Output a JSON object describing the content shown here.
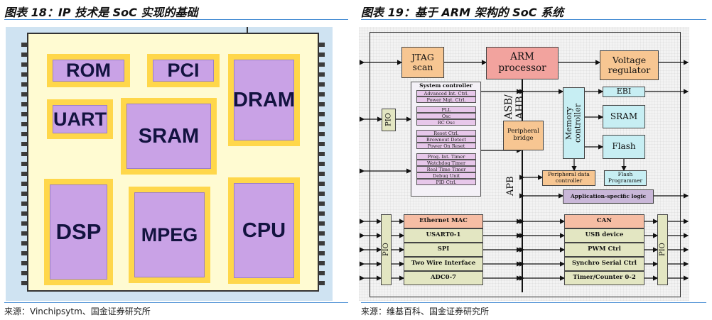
{
  "left_figure": {
    "title": "图表 18：IP 技术是 SoC 实现的基础",
    "source": "来源：Vinchipsytm、国金证券研究所",
    "blocks": [
      "ROM",
      "PCI",
      "DRAM",
      "UART",
      "SRAM",
      "DSP",
      "MPEG",
      "CPU"
    ]
  },
  "right_figure": {
    "title": "图表 19：基于 ARM 架构的 SoC 系统",
    "source": "来源：维基百科、国金证券研究所",
    "jtag": "JTAG scan",
    "arm": "ARM processor",
    "voltage": "Voltage regulator",
    "asb": "ASB/ AHB",
    "apb": "APB",
    "pio_left": "PIO",
    "pio_bottom_left": "PIO",
    "pio_bottom_right": "PIO",
    "system_controller": {
      "title": "System controller",
      "items": [
        "Advanced Int. Ctrl.",
        "Power Mgt. Ctrl.",
        "PLL",
        "Osc",
        "RC Osc",
        "Reset Ctrl.",
        "Brownout Detect",
        "Power On Reset",
        "Prog. Int. Timer",
        "Watchdog Timer",
        "Real Time Timer",
        "Debug Unit",
        "PID Ctrl."
      ]
    },
    "peripheral_bridge": "Peripheral bridge",
    "memory_controller": "Memory controller",
    "ebi": "EBI",
    "sram": "SRAM",
    "flash": "Flash",
    "peripheral_data_controller": "Peripheral data controller",
    "flash_programmer": "Flash Programmer",
    "application_logic": "Application-specific logic",
    "left_peripherals": [
      "Ethernet MAC",
      "USART0-1",
      "SPI",
      "Two Wire Interface",
      "ADC0-7"
    ],
    "right_peripherals": [
      "CAN",
      "USB device",
      "PWM Ctrl",
      "Synchro Serial Ctrl",
      "Timer/Counter 0-2"
    ]
  },
  "colors": {
    "title_rule": "#4a8fd4",
    "chip_background": "#cfe3f2",
    "chip_body": "#fffbd2",
    "ip_border": "#ffd74a",
    "ip_core": "#c9a2e6",
    "arm": "#f2a39e",
    "peach": "#f7c692",
    "cyan": "#c7eef3",
    "lavender": "#e7c7ea",
    "olive": "#e3e6c2",
    "salmon": "#f6bda4",
    "app_logic": "#c9b7d8"
  }
}
